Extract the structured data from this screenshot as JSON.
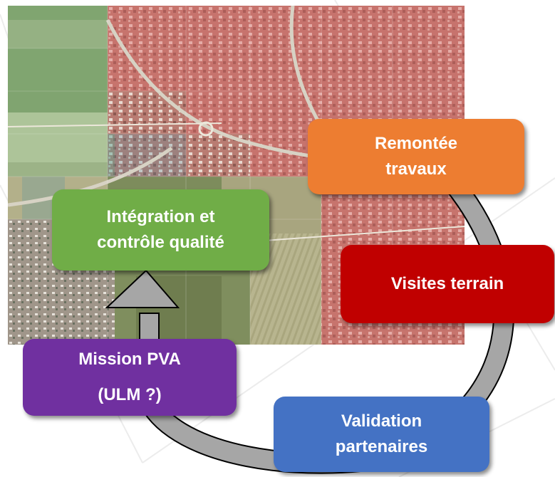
{
  "diagram": {
    "boxes": {
      "remontee": {
        "line1": "Remontée",
        "line2": "travaux",
        "color": "#ed7d31"
      },
      "integration": {
        "line1": "Intégration et",
        "line2": "contrôle qualité",
        "color": "#70ad47"
      },
      "visites": {
        "line1": "Visites terrain",
        "color": "#c00000"
      },
      "mission": {
        "line1": "Mission PVA",
        "line2": "(ULM ?)",
        "color": "#7030a0"
      },
      "validation": {
        "line1": "Validation",
        "line2": "partenaires",
        "color": "#4472c4"
      }
    },
    "cycle_arrow_color": "#a6a6a6",
    "map_image": "aerial-photo-with-tile-grid"
  }
}
